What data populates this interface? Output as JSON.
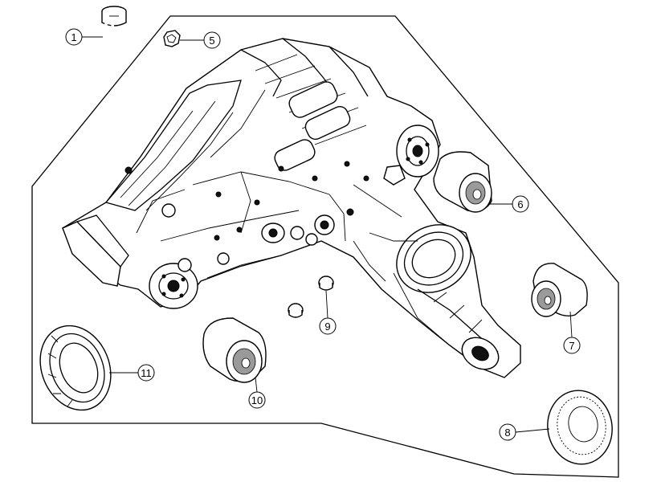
{
  "callouts": {
    "c1": "1",
    "c5": "5",
    "c6": "6",
    "c7": "7",
    "c8": "8",
    "c9": "9",
    "c10": "10",
    "c11": "11"
  },
  "colors": {
    "line": "#000000",
    "background": "#ffffff",
    "shade": "#9a9a9a"
  }
}
